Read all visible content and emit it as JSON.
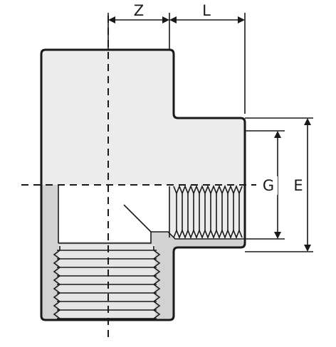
{
  "labels": {
    "z": "Z",
    "l": "L",
    "g": "G",
    "e": "E"
  },
  "colors": {
    "outline": "#1a1a1a",
    "body_fill": "#ececec",
    "section_fill": "#d2d2d2",
    "bore_fill": "#ffffff",
    "background": "#ffffff"
  }
}
